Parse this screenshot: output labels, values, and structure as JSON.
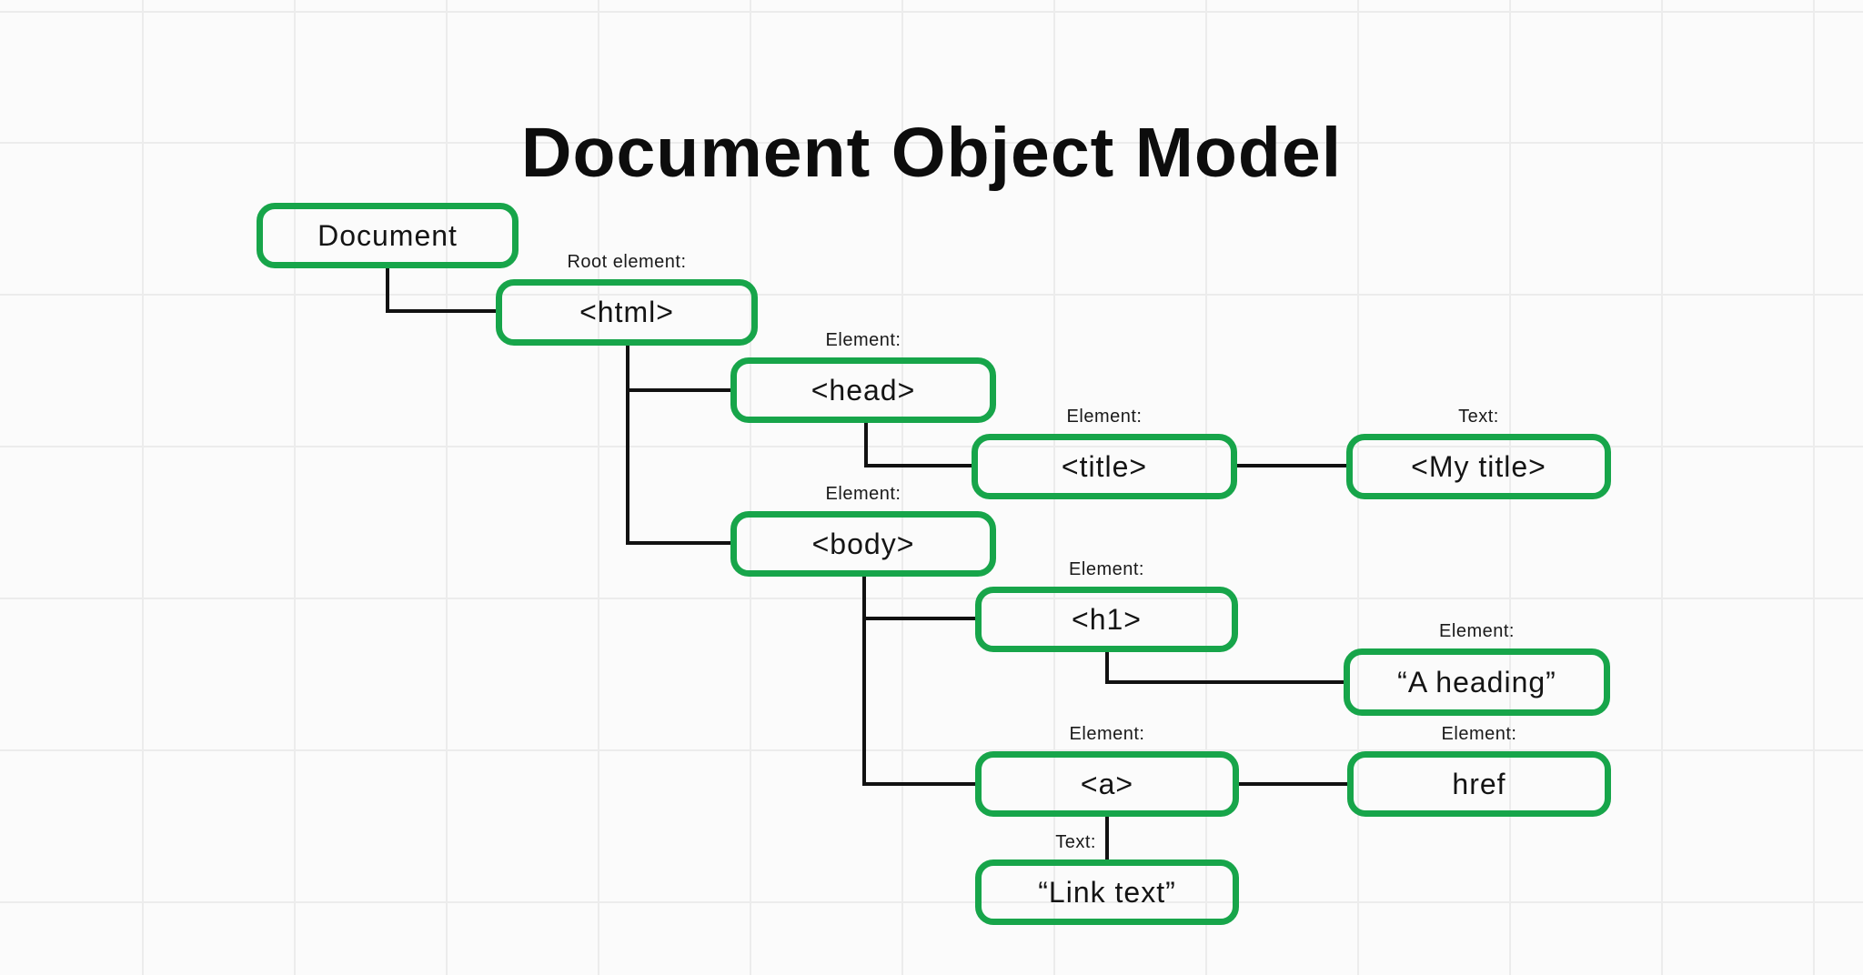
{
  "title": "Document Object Model",
  "colors": {
    "box_border_green": "#17a54a",
    "connector_black": "#111111",
    "canvas_background": "#fbfbfb",
    "grid_line": "#ececec",
    "text": "#141414"
  },
  "nodes": [
    {
      "id": "document",
      "label": "Document",
      "tag": ""
    },
    {
      "id": "html",
      "label": "<html>",
      "tag": "Root element:"
    },
    {
      "id": "head",
      "label": "<head>",
      "tag": "Element:"
    },
    {
      "id": "title",
      "label": "<title>",
      "tag": "Element:"
    },
    {
      "id": "mytitle",
      "label": "<My title>",
      "tag": "Text:"
    },
    {
      "id": "body",
      "label": "<body>",
      "tag": "Element:"
    },
    {
      "id": "h1",
      "label": "<h1>",
      "tag": "Element:"
    },
    {
      "id": "aheading",
      "label": "“A heading”",
      "tag": "Element:"
    },
    {
      "id": "a",
      "label": "<a>",
      "tag": "Element:"
    },
    {
      "id": "href",
      "label": "href",
      "tag": "Element:"
    },
    {
      "id": "linktext",
      "label": "“Link text”",
      "tag": "Text:"
    }
  ],
  "edges": [
    "document->html",
    "html->head",
    "html->body",
    "head->title",
    "title->mytitle",
    "body->h1",
    "body->a",
    "h1->aheading",
    "a->href",
    "a->linktext"
  ]
}
